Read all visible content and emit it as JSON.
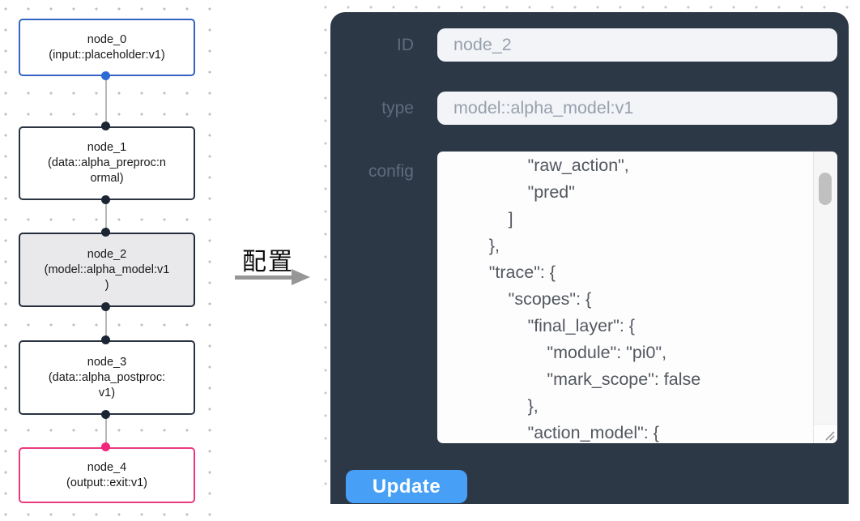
{
  "flow": {
    "nodes": [
      {
        "id": "node_0",
        "label_lines": [
          "node_0",
          "(input::placeholder:v1)"
        ],
        "selected": false,
        "accent": "#3463c2",
        "handle_color": "#2e6ad4"
      },
      {
        "id": "node_1",
        "label_lines": [
          "node_1",
          "(data::alpha_preproc:n",
          "ormal)"
        ],
        "selected": false,
        "accent": "#2a3342",
        "handle_color": "#1c2534"
      },
      {
        "id": "node_2",
        "label_lines": [
          "node_2",
          "(model::alpha_model:v1",
          ")"
        ],
        "selected": true,
        "accent": "#242d3c",
        "selected_bg": "#e9e9eb",
        "handle_color": "#1c2534"
      },
      {
        "id": "node_3",
        "label_lines": [
          "node_3",
          "(data::alpha_postproc:",
          "v1)"
        ],
        "selected": false,
        "accent": "#2a3342",
        "handle_color": "#1c2534"
      },
      {
        "id": "node_4",
        "label_lines": [
          "node_4",
          "(output::exit:v1)"
        ],
        "selected": false,
        "accent": "#ea3a7e",
        "handle_color": "#f0277c"
      }
    ],
    "grid_dot_color": "#c0c0c0",
    "edge_color": "#b7b7b7"
  },
  "transition": {
    "label": "配置",
    "arrow_color": "#969696"
  },
  "inspector": {
    "panel_bg": "#2d3847",
    "fields": [
      {
        "label": "ID",
        "value": "node_2"
      },
      {
        "label": "type",
        "value": "model::alpha_model:v1"
      }
    ],
    "config_label": "config",
    "config_text": "                \"raw_action\",\n                \"pred\"\n            ]\n        },\n        \"trace\": {\n            \"scopes\": {\n                \"final_layer\": {\n                    \"module\": \"pi0\",\n                    \"mark_scope\": false\n                },\n                \"action_model\": {",
    "update_label": "Update",
    "button_bg": "#47a0f6"
  }
}
